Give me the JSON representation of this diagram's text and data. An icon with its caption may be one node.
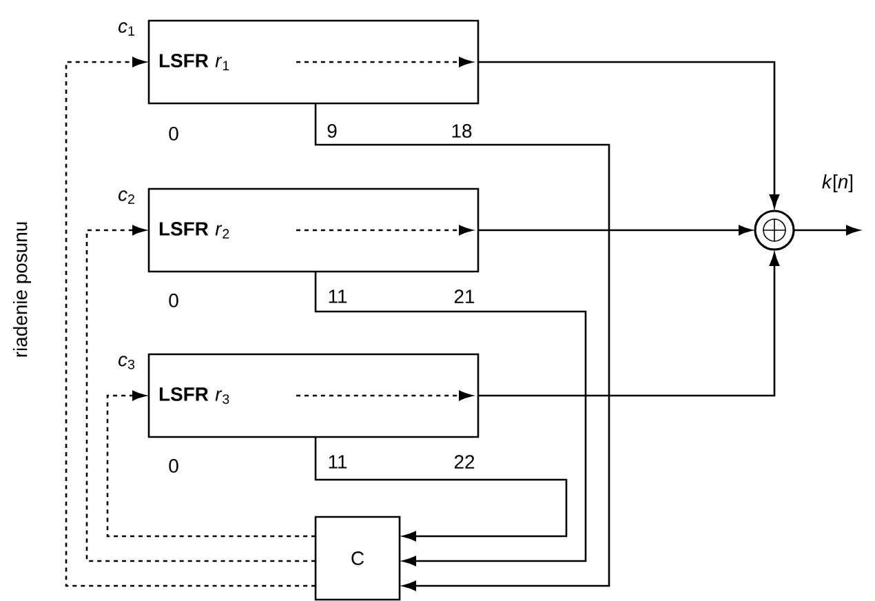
{
  "diagram": {
    "nodes": [
      {
        "text": [
          "**LSFR** *r*$_{1}$"
        ]
      },
      {
        "text": [
          "**LSFR** *r*$_{2}$"
        ]
      },
      {
        "text": [
          "**LSFR** *r*$_{3}$"
        ]
      },
      {
        "text": [],
        "shape": "circle"
      },
      {
        "text": [
          "C"
        ]
      }
    ],
    "edges": [
      {
        "from": 0,
        "to": 3,
        "arrow": "to"
      },
      {
        "from": 1,
        "to": 3,
        "arrow": "to"
      },
      {
        "from": 2,
        "to": 3,
        "arrow": "to"
      },
      {
        "from": 3,
        "to": null,
        "arrow": "to",
        "label": "*k*[*n*]"
      },
      {
        "from": 0,
        "to": 4,
        "arrow": "to"
      },
      {
        "from": 1,
        "to": 4,
        "arrow": "to"
      },
      {
        "from": 2,
        "to": 4,
        "arrow": "to"
      },
      {
        "from": 4,
        "to": 0,
        "arrow": "to",
        "style": "dashed",
        "label": "*c*$_{1}$"
      },
      {
        "from": 4,
        "to": 1,
        "arrow": "to",
        "style": "dashed",
        "label": "*c*$_{2}$"
      },
      {
        "from": 4,
        "to": 2,
        "arrow": "to",
        "style": "dashed",
        "label": "*c*$_{3}$"
      }
    ],
    "labels": [
      "0",
      "9",
      "18",
      "0",
      "11",
      "21",
      "0",
      "11",
      "22",
      "riadenie posunu"
    ]
  }
}
